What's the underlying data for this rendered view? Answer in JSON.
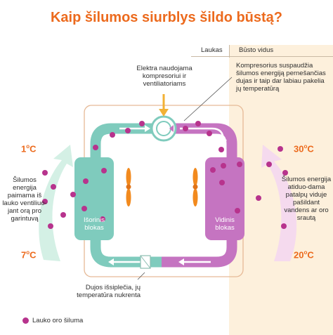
{
  "title": "Kaip šilumos siurblys šildo būstą?",
  "headers": {
    "outside": "Laukas",
    "inside": "Būsto vidus"
  },
  "labels": {
    "compressor_power": "Elektra naudojama kompresoriui ir ventiliatoriams",
    "compressor_action": "Kompresorius suspaudžia šilumos energiją pernešančias dujas ir taip dar labiau pakelia jų temperatūrą",
    "outdoor_absorb": "Šilumos energija paimama iš lauko ventiliuo-jant orą pro garintuvą",
    "indoor_release": "Šilumos energija atiduo-dama patalpų viduje pašildant vandens ar oro srautą",
    "expansion": "Dujos išsiplečia, jų temperatūra nukrenta",
    "outdoor_block": "Išorinis blokas",
    "indoor_block": "Vidinis blokas"
  },
  "temperatures": {
    "outdoor_top": "1",
    "outdoor_bottom": "7",
    "indoor_top": "30",
    "indoor_bottom": "20",
    "unit_sup": "o",
    "unit": "C"
  },
  "legend": {
    "label": "Lauko oro šiluma"
  },
  "colors": {
    "title": "#ec6a1d",
    "teal": "#7fcbbd",
    "teal_dark": "#66b8aa",
    "magenta": "#c574c1",
    "magenta_dark": "#b35ab0",
    "dot": "#b7338d",
    "indoor_bg": "#fdf0dc",
    "fan": "#f28a1e",
    "arrow": "#f2b134"
  }
}
